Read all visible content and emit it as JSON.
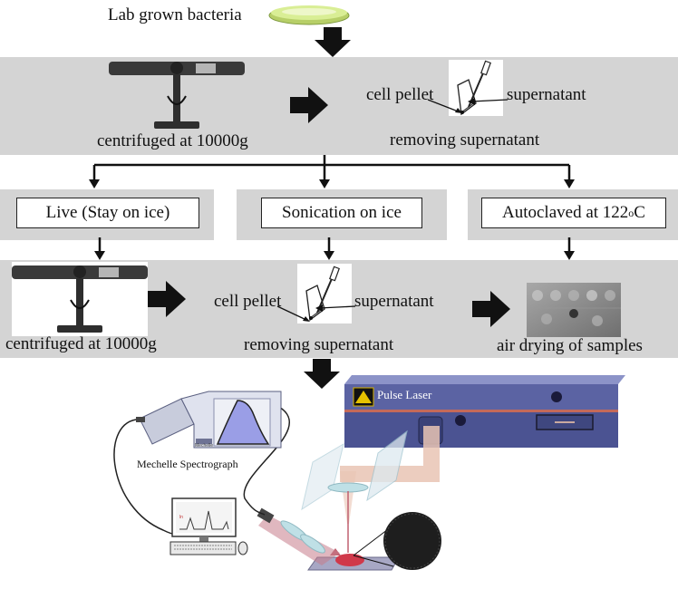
{
  "header": {
    "top_label": "Lab grown bacteria"
  },
  "step1": {
    "centrifuge_label": "centrifuged at 10000g",
    "pellet_label": "cell pellet",
    "supernatant_label": "supernatant",
    "removing_label": "removing supernatant"
  },
  "branches": [
    {
      "label": "Live (Stay on ice)"
    },
    {
      "label": "Sonication on ice"
    },
    {
      "label_main": "Autoclaved at 122",
      "label_sup": "o",
      "label_unit": "C"
    }
  ],
  "step2": {
    "centrifuge_label": "centrifuged at 10000g",
    "pellet_label": "cell pellet",
    "supernatant_label": "supernatant",
    "removing_label": "removing supernatant",
    "drying_label": "air  drying of samples"
  },
  "instrument": {
    "laser_label": "Pulse Laser",
    "spectrograph_label": "Mechelle Spectrograph",
    "spectrograph_badge": "Mechelle"
  },
  "colors": {
    "band": "#d4d4d4",
    "arrow": "#111111",
    "laser_body": "#4a5290",
    "laser_top": "#8890c4",
    "petri": "#c4e07a",
    "spectro_peak": "#9a9ee6",
    "beam": "#e6b8a4",
    "sample_red": "#d0384a"
  }
}
